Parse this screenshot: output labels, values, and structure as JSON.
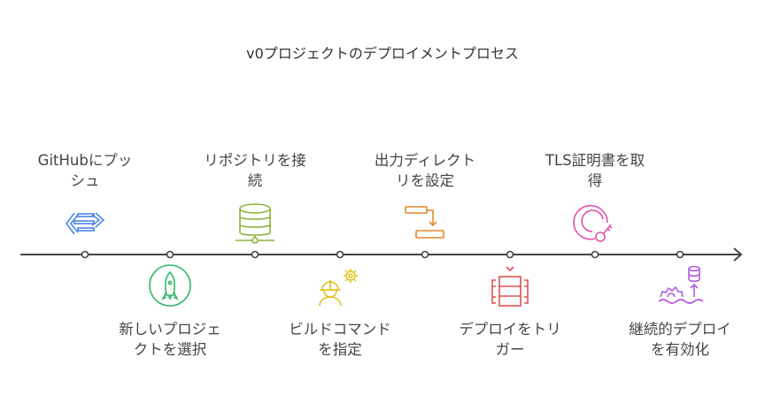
{
  "title": "v0プロジェクトのデプロイメントプロセス",
  "steps": [
    {
      "lines": [
        "GitHubにプッ",
        "シュ"
      ],
      "icon": "code-arrows-icon",
      "color": "#4a86e8"
    },
    {
      "lines": [
        "新しいプロジェ",
        "クトを選択"
      ],
      "icon": "rocket-icon",
      "color": "#33b86b"
    },
    {
      "lines": [
        "リポジトリを接",
        "続"
      ],
      "icon": "database-network-icon",
      "color": "#8db33a"
    },
    {
      "lines": [
        "ビルドコマンド",
        "を指定"
      ],
      "icon": "worker-gear-icon",
      "color": "#e0c21a"
    },
    {
      "lines": [
        "出力ディレクト",
        "リを設定"
      ],
      "icon": "directory-flow-icon",
      "color": "#e0892a"
    },
    {
      "lines": [
        "デプロイをトリ",
        "ガー"
      ],
      "icon": "server-trigger-icon",
      "color": "#e05050"
    },
    {
      "lines": [
        "TLS証明書を取",
        "得"
      ],
      "icon": "certificate-key-icon",
      "color": "#e052a8"
    },
    {
      "lines": [
        "継続的デプロイ",
        "を有効化"
      ],
      "icon": "continuous-deploy-icon",
      "color": "#b35ae0"
    }
  ]
}
